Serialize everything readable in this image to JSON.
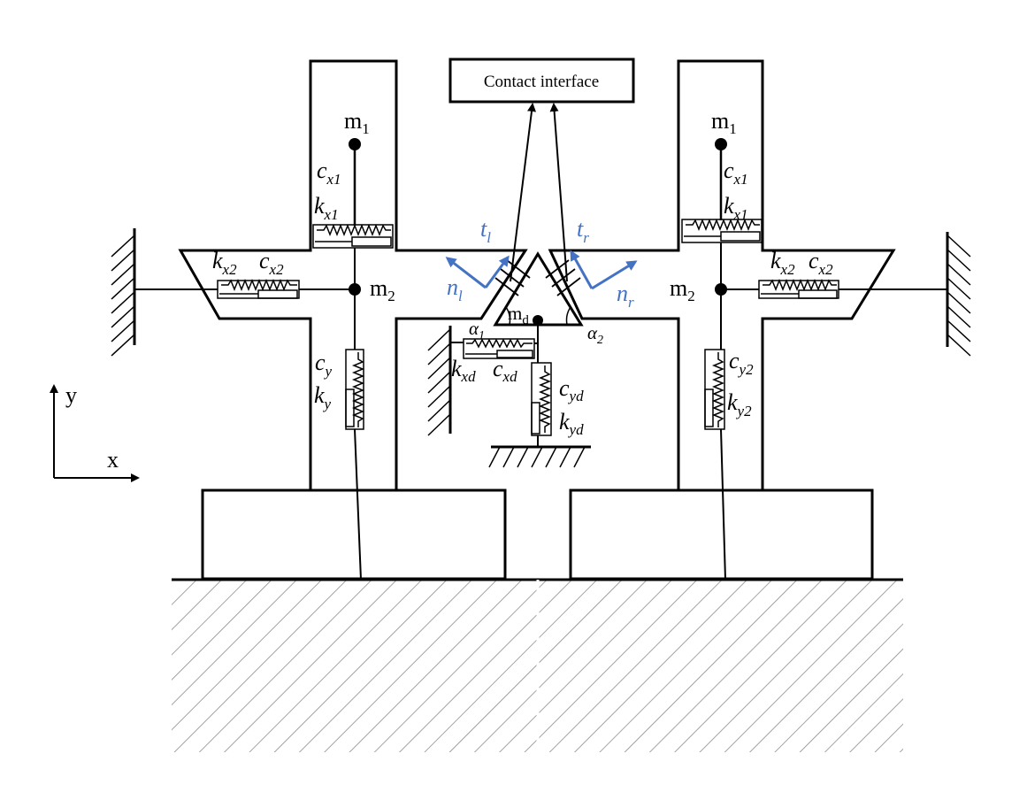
{
  "box_label": "Contact interface",
  "axes": {
    "y": "y",
    "x": "x"
  },
  "masses": {
    "left_m1": {
      "base": "m",
      "sub": "1"
    },
    "left_m2": {
      "base": "m",
      "sub": "2"
    },
    "right_m1": {
      "base": "m",
      "sub": "1"
    },
    "right_m2": {
      "base": "m",
      "sub": "2"
    },
    "md": {
      "base": "m",
      "sub": "d"
    }
  },
  "labels": {
    "left_cx1": {
      "base": "c",
      "sub": "x1"
    },
    "left_kx1": {
      "base": "k",
      "sub": "x1"
    },
    "left_kx2": {
      "base": "k",
      "sub": "x2"
    },
    "left_cx2": {
      "base": "c",
      "sub": "x2"
    },
    "left_cy": {
      "base": "c",
      "sub": "y"
    },
    "left_ky": {
      "base": "k",
      "sub": "y"
    },
    "right_cx1": {
      "base": "c",
      "sub": "x1"
    },
    "right_kx1": {
      "base": "k",
      "sub": "x1"
    },
    "right_kx2": {
      "base": "k",
      "sub": "x2"
    },
    "right_cx2": {
      "base": "c",
      "sub": "x2"
    },
    "right_cy2": {
      "base": "c",
      "sub": "y2"
    },
    "right_ky2": {
      "base": "k",
      "sub": "y2"
    },
    "alpha1": {
      "base": "α",
      "sub": "1"
    },
    "alpha2": {
      "base": "α",
      "sub": "2"
    },
    "kxd": {
      "base": "k",
      "sub": "xd"
    },
    "cxd": {
      "base": "c",
      "sub": "xd"
    },
    "cyd": {
      "base": "c",
      "sub": "yd"
    },
    "kyd": {
      "base": "k",
      "sub": "yd"
    }
  },
  "vectors": {
    "tl": {
      "base": "t",
      "sub": "l"
    },
    "nl": {
      "base": "n",
      "sub": "l"
    },
    "tr": {
      "base": "t",
      "sub": "r"
    },
    "nr": {
      "base": "n",
      "sub": "r"
    }
  },
  "colors": {
    "vector_blue": "#4472c4",
    "line": "#000000",
    "hatch": "#8c8c8c"
  }
}
